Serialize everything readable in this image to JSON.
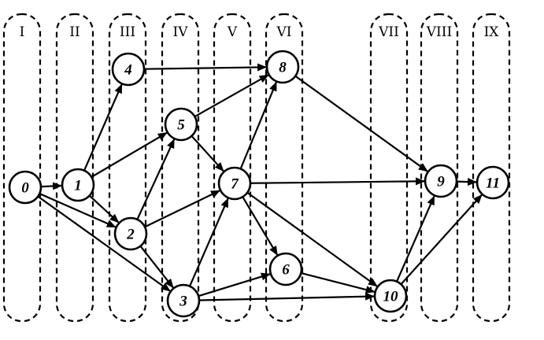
{
  "lanes": [
    {
      "id": "I",
      "label": "I"
    },
    {
      "id": "II",
      "label": "II"
    },
    {
      "id": "III",
      "label": "III"
    },
    {
      "id": "IV",
      "label": "IV"
    },
    {
      "id": "V",
      "label": "V"
    },
    {
      "id": "VI",
      "label": "VI"
    },
    {
      "id": "VII",
      "label": "VII"
    },
    {
      "id": "VIII",
      "label": "VIII"
    },
    {
      "id": "IX",
      "label": "IX"
    }
  ],
  "nodes": [
    {
      "id": "0",
      "label": "0"
    },
    {
      "id": "1",
      "label": "1"
    },
    {
      "id": "2",
      "label": "2"
    },
    {
      "id": "3",
      "label": "3"
    },
    {
      "id": "4",
      "label": "4"
    },
    {
      "id": "5",
      "label": "5"
    },
    {
      "id": "6",
      "label": "6"
    },
    {
      "id": "7",
      "label": "7"
    },
    {
      "id": "8",
      "label": "8"
    },
    {
      "id": "9",
      "label": "9"
    },
    {
      "id": "10",
      "label": "10"
    },
    {
      "id": "11",
      "label": "11"
    }
  ],
  "edges": [
    {
      "from": "0",
      "to": "1"
    },
    {
      "from": "0",
      "to": "2"
    },
    {
      "from": "0",
      "to": "3"
    },
    {
      "from": "1",
      "to": "4"
    },
    {
      "from": "1",
      "to": "5"
    },
    {
      "from": "1",
      "to": "2"
    },
    {
      "from": "2",
      "to": "5"
    },
    {
      "from": "2",
      "to": "7"
    },
    {
      "from": "2",
      "to": "3"
    },
    {
      "from": "3",
      "to": "7"
    },
    {
      "from": "3",
      "to": "6"
    },
    {
      "from": "3",
      "to": "10"
    },
    {
      "from": "4",
      "to": "8"
    },
    {
      "from": "5",
      "to": "8"
    },
    {
      "from": "5",
      "to": "7"
    },
    {
      "from": "7",
      "to": "8"
    },
    {
      "from": "7",
      "to": "9"
    },
    {
      "from": "7",
      "to": "6"
    },
    {
      "from": "7",
      "to": "10"
    },
    {
      "from": "6",
      "to": "10"
    },
    {
      "from": "8",
      "to": "9"
    },
    {
      "from": "9",
      "to": "11"
    },
    {
      "from": "10",
      "to": "9"
    },
    {
      "from": "10",
      "to": "11"
    }
  ]
}
